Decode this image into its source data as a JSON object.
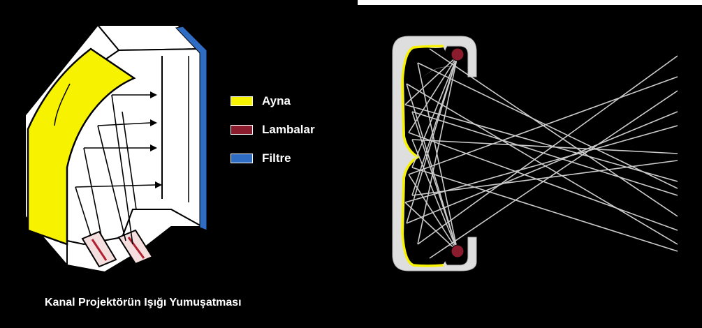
{
  "colors": {
    "mirror": "#f7f300",
    "lamp": "#8a1c2e",
    "filter": "#2f6cc4",
    "housing": "#ffffff",
    "reflector_light": "#dedede",
    "ray": "#d6d6d6",
    "background": "#000000"
  },
  "legend": {
    "items": [
      {
        "label": "Ayna",
        "color": "#f7f300",
        "icon": "yellow-swatch"
      },
      {
        "label": "Lambalar",
        "color": "#8a1c2e",
        "icon": "red-swatch"
      },
      {
        "label": "Filtre",
        "color": "#2f6cc4",
        "icon": "blue-swatch"
      }
    ]
  },
  "caption": "Kanal Projektörün Işığı Yumuşatması"
}
